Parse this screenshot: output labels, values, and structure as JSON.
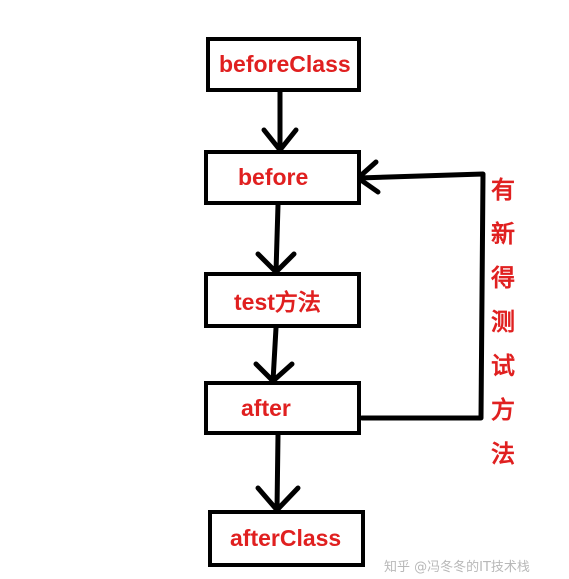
{
  "nodes": {
    "before_class": "beforeClass",
    "before": "before",
    "test": "test方法",
    "after": "after",
    "after_class": "afterClass"
  },
  "loop_label": "有\n新\n得\n测\n试\n方\n法",
  "watermark": "知乎 @冯冬冬的IT技术栈",
  "colors": {
    "text": "#e02020",
    "stroke": "#000000",
    "watermark": "#b8b8b8"
  }
}
